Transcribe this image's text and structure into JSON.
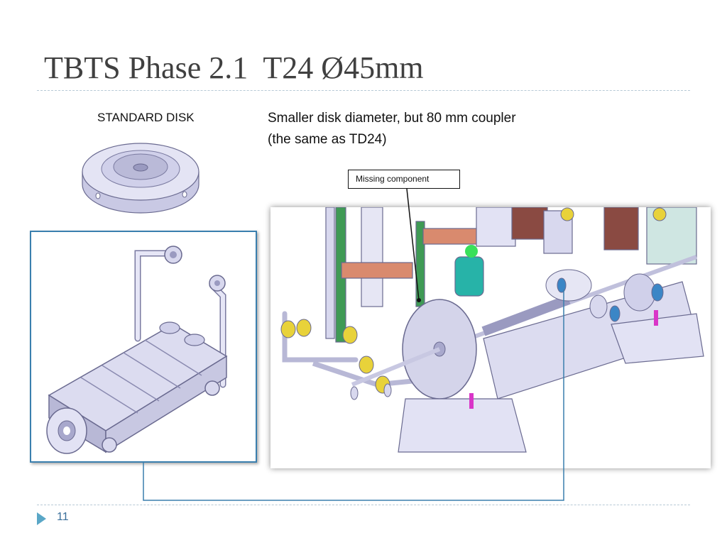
{
  "slide": {
    "title": "TBTS Phase 2.1  T24 Ø45mm",
    "standard_disk_label": "STANDARD DISK",
    "note_line1": "Smaller disk diameter,  but 80 mm coupler",
    "note_line2": "(the same as TD24)",
    "callout_label": "Missing component",
    "page_number": "11"
  },
  "colors": {
    "title_text": "#404040",
    "frame_border": "#3a7fae",
    "rule": "#b7c9d6",
    "bullet": "#5aa7c7",
    "flange_yellow": "#e8d23a",
    "flange_blue": "#3b86c6",
    "copper": "#d98a6e",
    "green_plate": "#3f9a55",
    "teal_part": "#27b3a8",
    "magenta_part": "#d935c8",
    "metal": "#cfcfe8"
  }
}
